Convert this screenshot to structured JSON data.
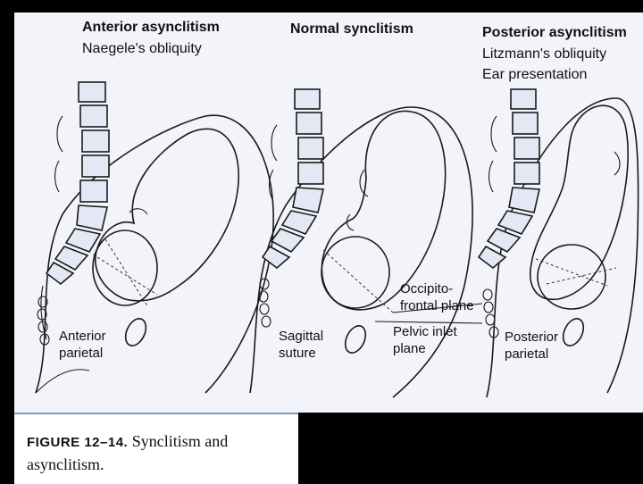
{
  "panels": [
    {
      "title": "Anterior asynclitism",
      "subtitle_lines": [
        "Naegele's obliquity"
      ]
    },
    {
      "title": "Normal synclitism",
      "subtitle_lines": []
    },
    {
      "title": "Posterior asynclitism",
      "subtitle_lines": [
        "Litzmann's obliquity",
        "Ear presentation"
      ]
    }
  ],
  "labels": {
    "anterior_parietal": [
      "Anterior",
      "parietal"
    ],
    "sagittal_suture": [
      "Sagittal",
      "suture"
    ],
    "occipitofrontal_plane": [
      "Occipito-",
      "frontal plane"
    ],
    "pelvic_inlet_plane": [
      "Pelvic inlet",
      "plane"
    ],
    "posterior_parietal": [
      "Posterior",
      "parietal"
    ]
  },
  "caption": {
    "figure_label": "FIGURE   12–14.",
    "text": " Synclitism   and asynclitism."
  },
  "colors": {
    "background": "#000000",
    "figure_bg": "#f2f4fa",
    "caption_rule": "#7e9bc0"
  }
}
